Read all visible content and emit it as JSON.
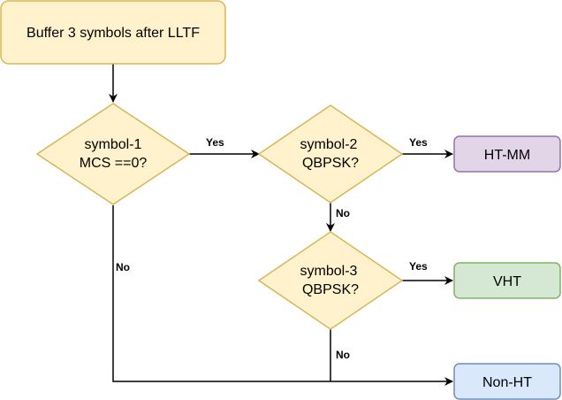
{
  "nodes": {
    "start": {
      "text": "Buffer 3 symbols after LLTF",
      "fill": "#fff2cc",
      "stroke": "#d6b656"
    },
    "decision1": {
      "line1": "symbol-1",
      "line2": "MCS ==0?",
      "fill": "#fff2cc",
      "stroke": "#d6b656"
    },
    "decision2": {
      "line1": "symbol-2",
      "line2": "QBPSK?",
      "fill": "#fff2cc",
      "stroke": "#d6b656"
    },
    "decision3": {
      "line1": "symbol-3",
      "line2": "QBPSK?",
      "fill": "#fff2cc",
      "stroke": "#d6b656"
    },
    "htmm": {
      "text": "HT-MM",
      "fill": "#e1d5e7",
      "stroke": "#9673a6"
    },
    "vht": {
      "text": "VHT",
      "fill": "#d5e8d4",
      "stroke": "#82b366"
    },
    "nonht": {
      "text": "Non-HT",
      "fill": "#dae8fc",
      "stroke": "#6c8ebf"
    }
  },
  "edges": {
    "d1_yes": "Yes",
    "d1_no": "No",
    "d2_yes": "Yes",
    "d2_no": "No",
    "d3_yes": "Yes",
    "d3_no": "No"
  },
  "colors": {
    "edge": "#000000"
  }
}
